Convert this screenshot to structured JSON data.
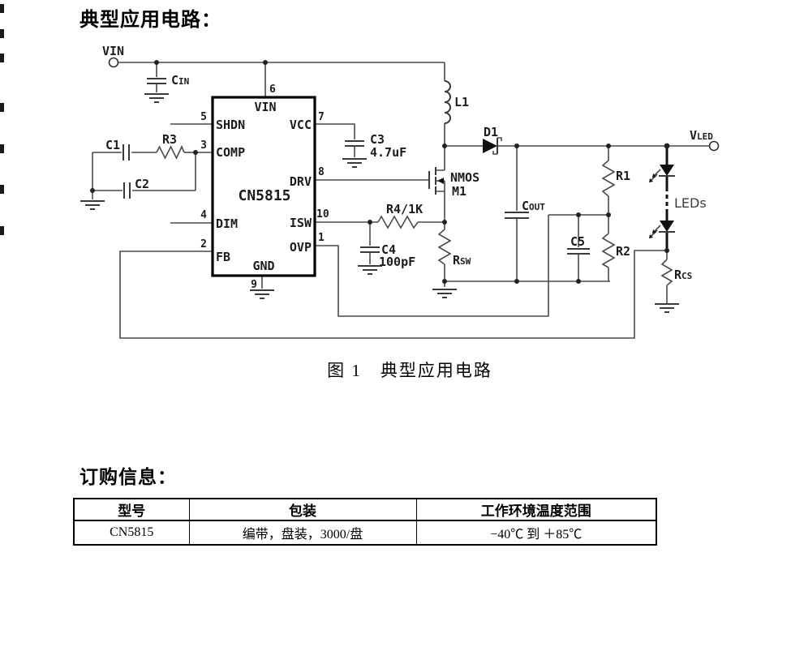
{
  "page": {
    "title": "典型应用电路："
  },
  "figure": {
    "caption": "图 1　典型应用电路"
  },
  "ordering": {
    "heading": "订购信息：",
    "table": {
      "headers": [
        "型号",
        "包装",
        "工作环境温度范围"
      ],
      "rows": [
        [
          "CN5815",
          "编带，盘装，3000/盘",
          "−40℃ 到 ＋85℃"
        ]
      ]
    }
  },
  "schematic": {
    "ic": {
      "name": "CN5815",
      "pins": {
        "vin": {
          "num": "6",
          "label": "VIN"
        },
        "shdn": {
          "num": "5",
          "label": "SHDN"
        },
        "comp": {
          "num": "3",
          "label": "COMP"
        },
        "dim": {
          "num": "4",
          "label": "DIM"
        },
        "fb": {
          "num": "2",
          "label": "FB"
        },
        "vcc": {
          "num": "7",
          "label": "VCC"
        },
        "drv": {
          "num": "8",
          "label": "DRV"
        },
        "isw": {
          "num": "10",
          "label": "ISW"
        },
        "ovp": {
          "num": "1",
          "label": "OVP"
        },
        "gnd": {
          "num": "9",
          "label": "GND"
        }
      }
    },
    "components": {
      "vin_terminal": "VIN",
      "cin": {
        "main": "C",
        "sub": "IN"
      },
      "c1": "C1",
      "r3": "R3",
      "c2": "C2",
      "c3": {
        "name": "C3",
        "value": "4.7uF"
      },
      "l1": "L1",
      "d1": "D1",
      "nmos": {
        "type": "NMOS",
        "name": "M1"
      },
      "r4": "R4/1K",
      "c4": {
        "name": "C4",
        "value": "100pF"
      },
      "rsw": {
        "main": "R",
        "sub": "SW"
      },
      "cout": {
        "main": "C",
        "sub": "OUT"
      },
      "c5": "C5",
      "r1": "R1",
      "r2": "R2",
      "leds": "LEDs",
      "vled": {
        "main": "V",
        "sub": "LED"
      },
      "rcs": {
        "main": "R",
        "sub": "CS"
      }
    },
    "colors": {
      "wire": "#4a4a4a",
      "ink": "#111111"
    }
  }
}
